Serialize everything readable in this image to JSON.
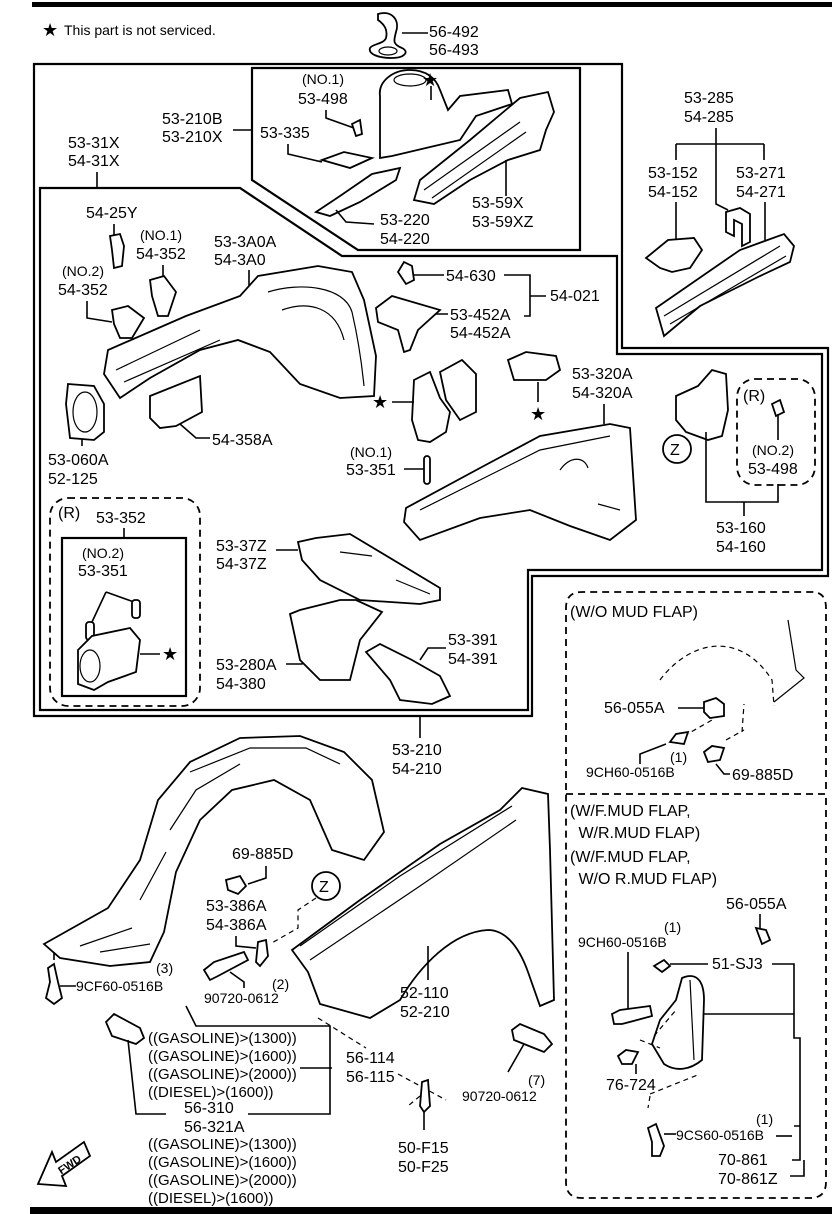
{
  "legend": {
    "star_symbol": "★",
    "note": "This part is not serviced."
  },
  "direction_indicator": {
    "label": "FWD"
  },
  "view_markers": {
    "z_label": "Z",
    "r_label": "(R)"
  },
  "groups": {
    "strut_tower_inset": {
      "callouts": [
        {
          "qualifier": "(NO.1)",
          "part": "53-498"
        },
        {
          "part": "53-335"
        },
        {
          "parts": [
            "53-210B",
            "53-210X"
          ]
        },
        {
          "parts": [
            "53-220",
            "54-220"
          ]
        },
        {
          "parts": [
            "53-59X",
            "53-59XZ"
          ]
        }
      ]
    },
    "top": {
      "callouts": [
        {
          "parts": [
            "56-492",
            "56-493"
          ]
        }
      ]
    },
    "side_member_inset": {
      "callouts": [
        {
          "parts": [
            "53-285",
            "54-285"
          ]
        },
        {
          "parts": [
            "53-152",
            "54-152"
          ]
        },
        {
          "parts": [
            "53-271",
            "54-271"
          ]
        }
      ]
    },
    "apron_inset": {
      "callouts": [
        {
          "parts": [
            "53-31X",
            "54-31X"
          ]
        },
        {
          "part": "54-25Y"
        },
        {
          "qualifier": "(NO.1)",
          "part": "54-352"
        },
        {
          "qualifier": "(NO.2)",
          "part": "54-352"
        },
        {
          "parts": [
            "53-3A0A",
            "54-3A0"
          ]
        },
        {
          "part": "54-630"
        },
        {
          "part": "54-021"
        },
        {
          "parts": [
            "53-452A",
            "54-452A"
          ]
        },
        {
          "parts": [
            "53-320A",
            "54-320A"
          ]
        },
        {
          "parts": [
            "53-060A",
            "52-125"
          ]
        },
        {
          "part": "54-358A"
        },
        {
          "qualifier": "(NO.1)",
          "part": "53-351"
        },
        {
          "parts": [
            "53-37Z",
            "54-37Z"
          ]
        },
        {
          "parts": [
            "53-280A",
            "54-380"
          ]
        },
        {
          "parts": [
            "53-391",
            "54-391"
          ]
        },
        {
          "parts": [
            "53-210",
            "54-210"
          ]
        }
      ]
    },
    "r_detail": {
      "title": "(R)",
      "callouts": [
        {
          "part": "53-352"
        },
        {
          "qualifier": "(NO.2)",
          "part": "53-351"
        }
      ]
    },
    "z_detail": {
      "callouts": [
        {
          "qualifier": "(NO.2)",
          "part": "53-498"
        },
        {
          "parts": [
            "53-160",
            "54-160"
          ]
        }
      ]
    },
    "wo_mud_flap": {
      "title": "(W/O MUD FLAP)",
      "callouts": [
        {
          "part": "56-055A"
        },
        {
          "qty": "(1)",
          "part": "9CH60-0516B"
        },
        {
          "part": "69-885D"
        }
      ]
    },
    "with_mud_flap": {
      "title_lines": [
        "(W/F.MUD FLAP,",
        " W/R.MUD FLAP)",
        "(W/F.MUD FLAP,",
        " W/O R.MUD FLAP)"
      ],
      "callouts": [
        {
          "part": "56-055A"
        },
        {
          "qty": "(1)",
          "part": "9CH60-0516B"
        },
        {
          "part": "51-SJ3"
        },
        {
          "part": "76-724"
        },
        {
          "qty": "(1)",
          "part": "9CS60-0516B"
        },
        {
          "parts": [
            "70-861",
            "70-861Z"
          ]
        }
      ]
    },
    "fender_area": {
      "callouts": [
        {
          "part": "69-885D"
        },
        {
          "parts": [
            "53-386A",
            "54-386A"
          ]
        },
        {
          "qty": "(2)",
          "part": "90720-0612"
        },
        {
          "qty": "(3)",
          "part": "9CF60-0516B"
        },
        {
          "parts": [
            "52-110",
            "52-210"
          ]
        },
        {
          "parts": [
            "56-114",
            "56-115"
          ]
        },
        {
          "parts": [
            "56-310",
            "56-321A"
          ]
        },
        {
          "qty": "(7)",
          "part": "90720-0612"
        },
        {
          "parts": [
            "50-F15",
            "50-F25"
          ]
        }
      ],
      "conditions_upper": [
        "((GASOLINE)>(1300))",
        "((GASOLINE)>(1600))",
        "((GASOLINE)>(2000))",
        "((DIESEL)>(1600))"
      ],
      "conditions_lower": [
        "((GASOLINE)>(1300))",
        "((GASOLINE)>(1600))",
        "((GASOLINE)>(2000))",
        "((DIESEL)>(1600))"
      ]
    }
  }
}
